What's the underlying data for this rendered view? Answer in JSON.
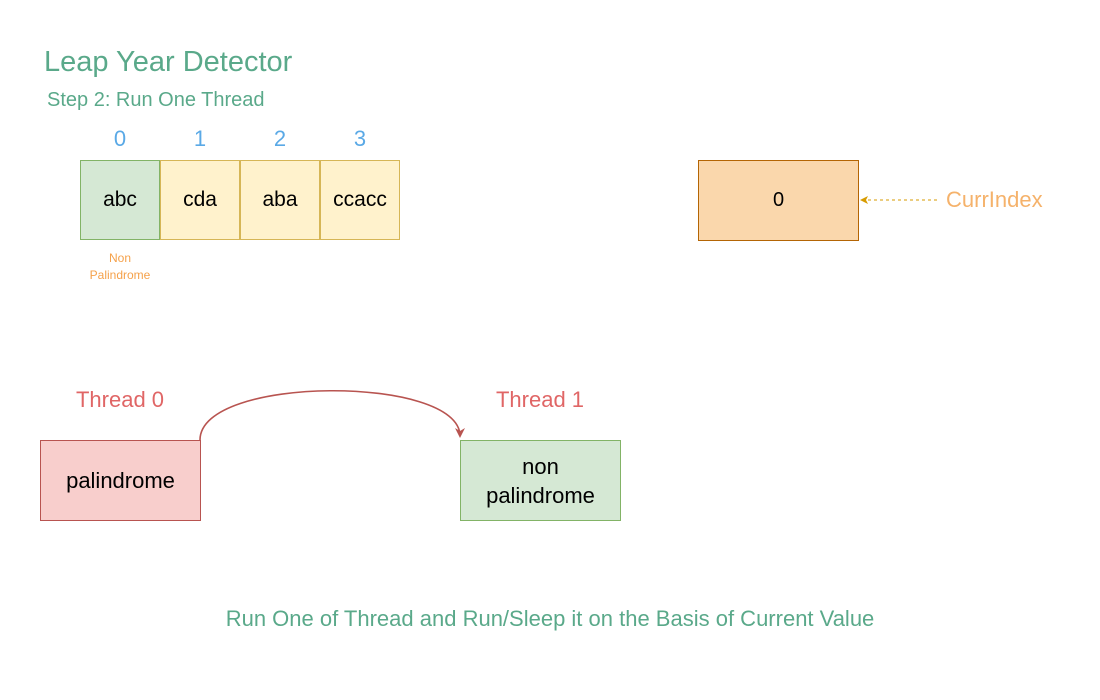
{
  "title": "Leap Year Detector",
  "subtitle": "Step 2: Run One Thread",
  "array": {
    "indices": [
      "0",
      "1",
      "2",
      "3"
    ],
    "cells": [
      "abc",
      "cda",
      "aba",
      "ccacc"
    ],
    "note": "Non Palindrome"
  },
  "curr": {
    "value": "0",
    "label": "CurrIndex"
  },
  "threads": [
    {
      "label": "Thread 0",
      "text": "palindrome"
    },
    {
      "label": "Thread 1",
      "text": "non palindrome"
    }
  ],
  "footer": "Run One of Thread and Run/Sleep it on the Basis of Current Value",
  "colors": {
    "accent_green": "#5aa98a",
    "index_blue": "#5aa9e6",
    "thread_red": "#e06666",
    "curr_orange": "#f5b26b",
    "arrow": "#b85450"
  }
}
